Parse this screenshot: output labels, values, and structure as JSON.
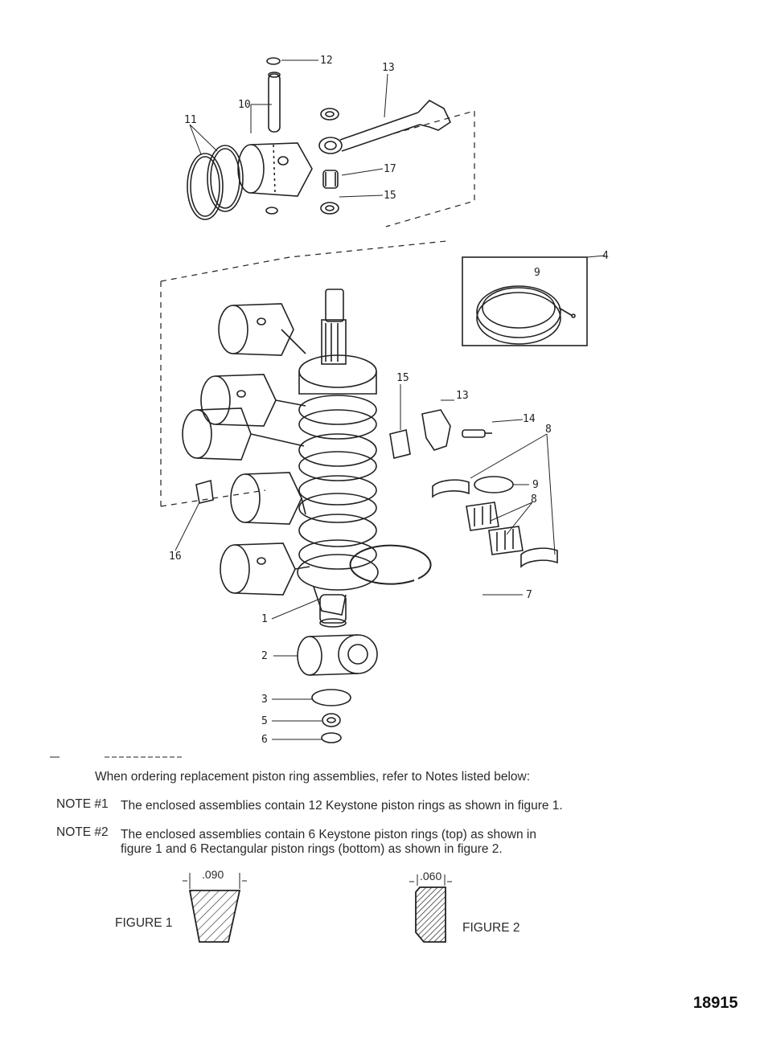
{
  "callouts": {
    "c12": "12",
    "c13a": "13",
    "c10": "10",
    "c11": "11",
    "c17": "17",
    "c15a": "15",
    "c4": "4",
    "c9a": "9",
    "c15b": "15",
    "c13b": "13",
    "c14": "14",
    "c8a": "8",
    "c9b": "9",
    "c8b": "8",
    "c16": "16",
    "c7": "7",
    "c1": "1",
    "c2": "2",
    "c3": "3",
    "c5": "5",
    "c6": "6"
  },
  "notes": {
    "intro": "When ordering replacement piston ring assemblies, refer to Notes listed below:",
    "note1_label": "NOTE #1",
    "note1_text": "The enclosed assemblies contain 12 Keystone piston rings as shown in figure 1.",
    "note2_label": "NOTE #2",
    "note2_line1": "The enclosed assemblies contain 6 Keystone piston rings (top) as shown in",
    "note2_line2": "figure 1 and 6 Rectangular piston rings (bottom) as shown in figure 2."
  },
  "figures": {
    "fig1_label": "FIGURE 1",
    "fig1_dim": ".090",
    "fig2_label": "FIGURE 2",
    "fig2_dim": ".060"
  },
  "reference_number": "18915"
}
